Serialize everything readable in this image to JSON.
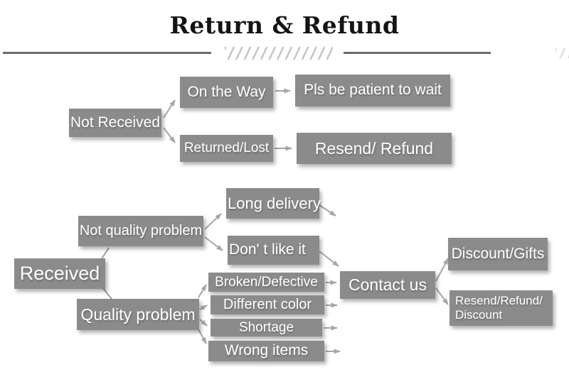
{
  "title": "Return & Refund",
  "colors": {
    "box": "#8B8B8B",
    "box_text": "#FFFFFF",
    "arrow": "#A6A6A6",
    "title_text": "#141414",
    "divider_line": "#6B6B6B",
    "hatch": "#C6C6C6",
    "background": "#FFFFFF"
  },
  "flow": {
    "not_received": "Not Received",
    "on_the_way": "On the Way",
    "pls_wait": "Pls be patient to wait",
    "returned_lost": "Returned/Lost",
    "resend_refund": "Resend/ Refund",
    "received": "Received",
    "not_quality_problem": "Not quality problem",
    "long_delivery": "Long delivery",
    "dont_like_it": "Don' t like it",
    "quality_problem": "Quality problem",
    "broken_defective": "Broken/Defective",
    "different_color": "Different color",
    "shortage": "Shortage",
    "wrong_items": "Wrong items",
    "contact_us": "Contact us",
    "discount_gifts": "Discount/Gifts",
    "resend_refund_discount_line1": "Resend/Refund/",
    "resend_refund_discount_line2": "Discount"
  }
}
